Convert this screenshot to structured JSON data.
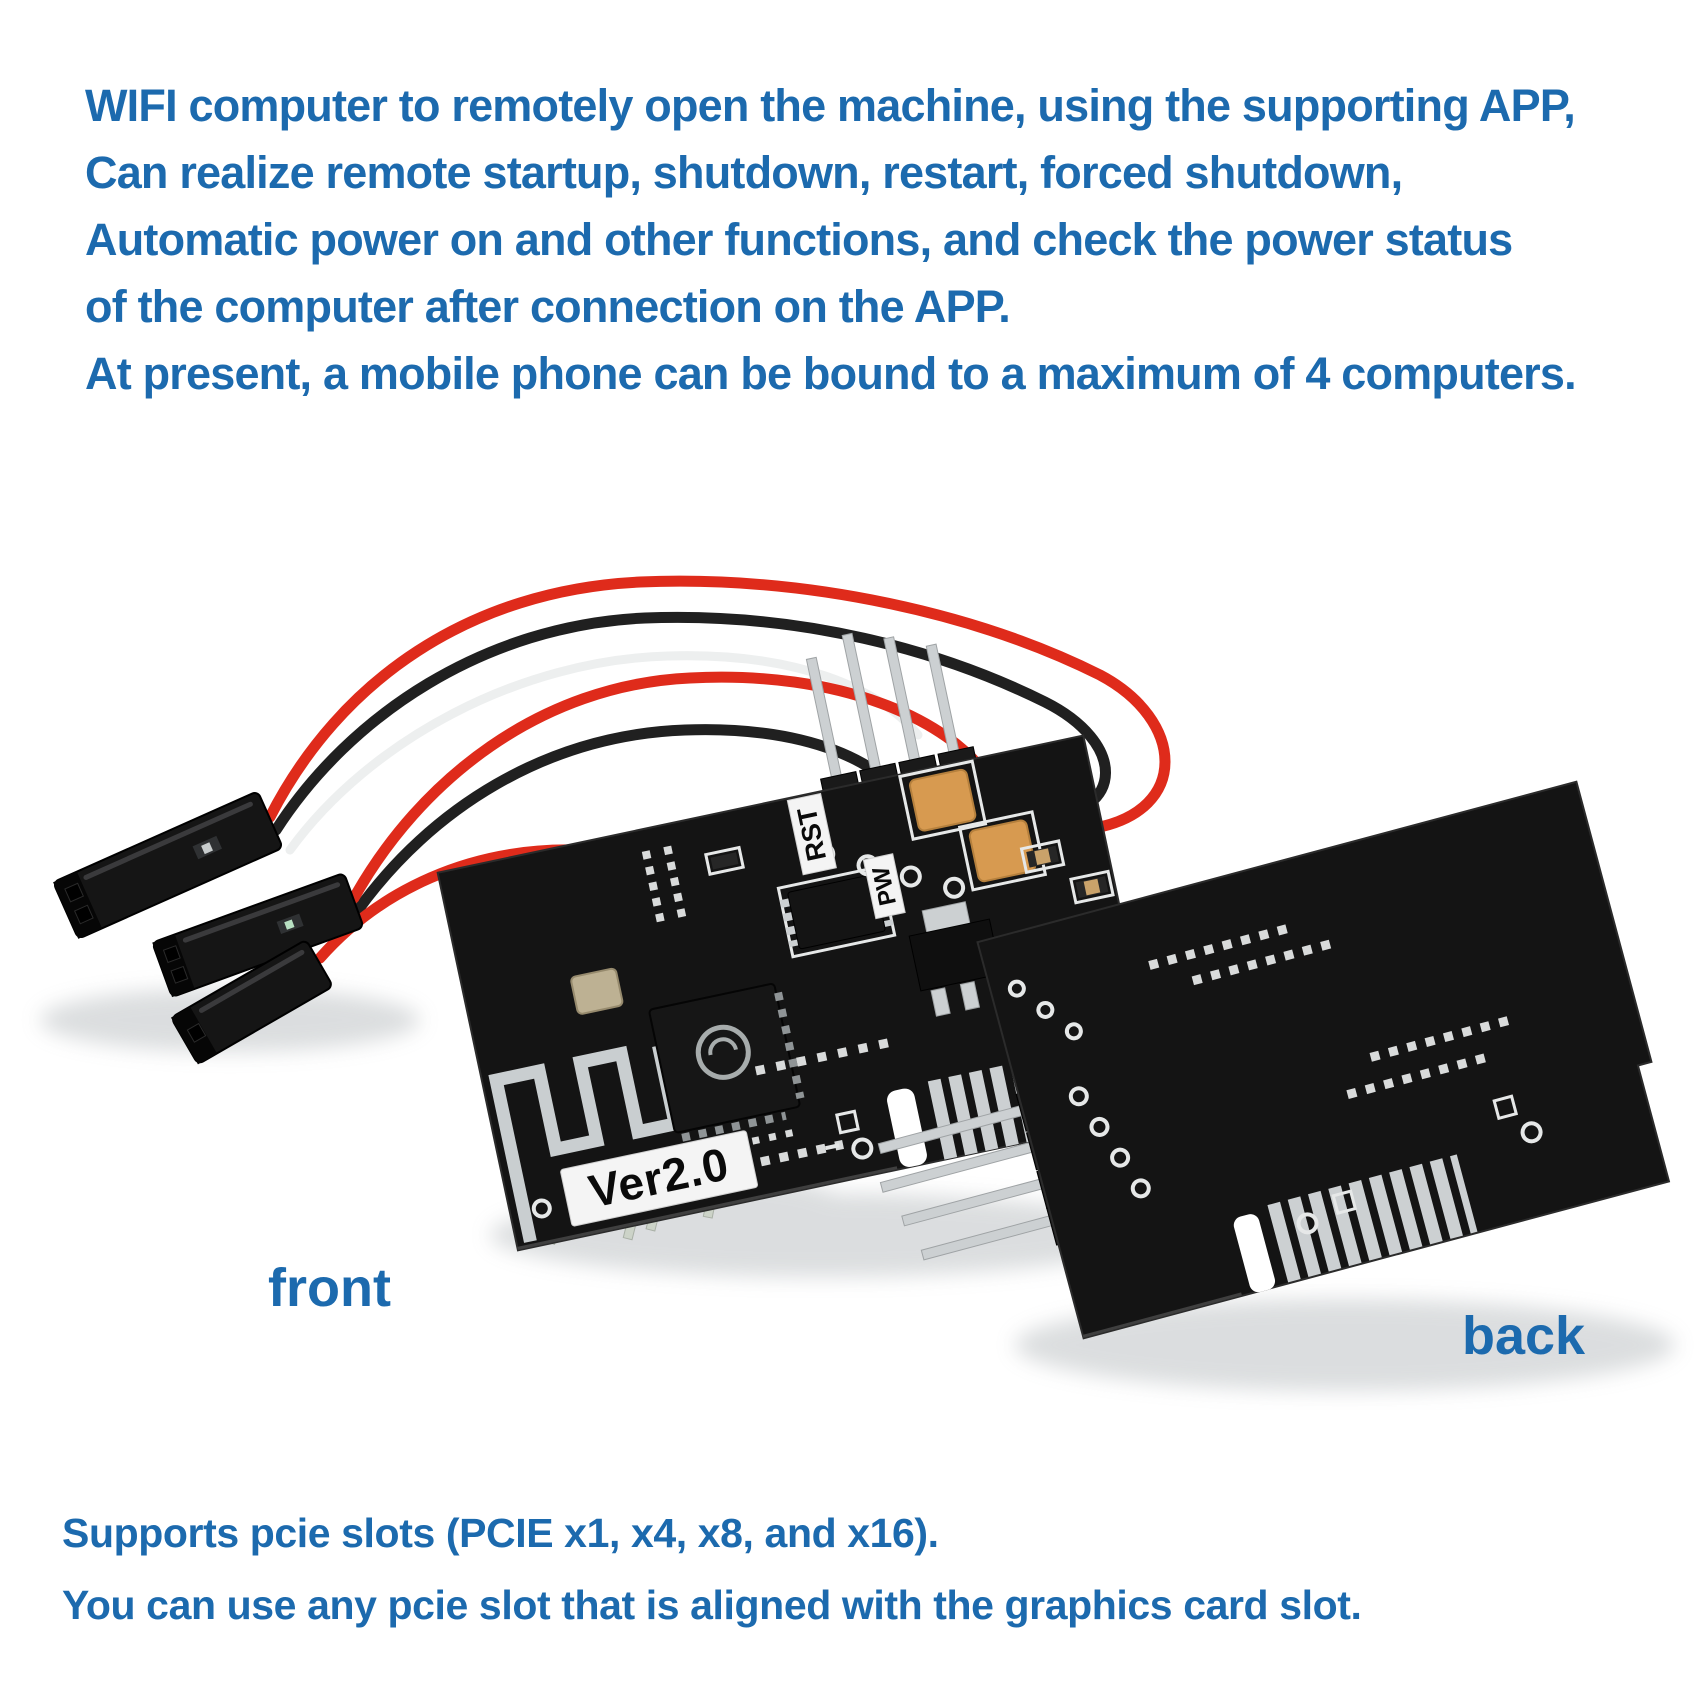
{
  "meta": {
    "background": "#ffffff",
    "accent_blue": "#1c6aae"
  },
  "description": {
    "lines": [
      "WIFI computer to remotely open the machine, using the supporting APP,",
      "Can realize remote startup, shutdown, restart, forced shutdown,",
      "Automatic power on and other functions, and check the power status",
      "of the computer after connection on the APP.",
      "At present, a mobile phone can be bound to a maximum of 4 computers."
    ]
  },
  "photo": {
    "front_label": "front",
    "back_label": "back",
    "silk": {
      "version": "Ver2.0",
      "rst": "RST",
      "pw": "PW"
    },
    "colors": {
      "pcb_black": "#141414",
      "wire_red": "#df2b1b",
      "wire_black": "#202020",
      "wire_white": "#edefef",
      "cap_orange": "#d79a50",
      "pin_silver": "#ccd0d2",
      "pad_white": "#e6e8e8",
      "silk_white": "#f4f4f4"
    }
  },
  "footer": {
    "lines": [
      "Supports pcie slots (PCIE x1, x4, x8, and x16).",
      "You can use any pcie slot that is aligned with the graphics card slot."
    ]
  }
}
